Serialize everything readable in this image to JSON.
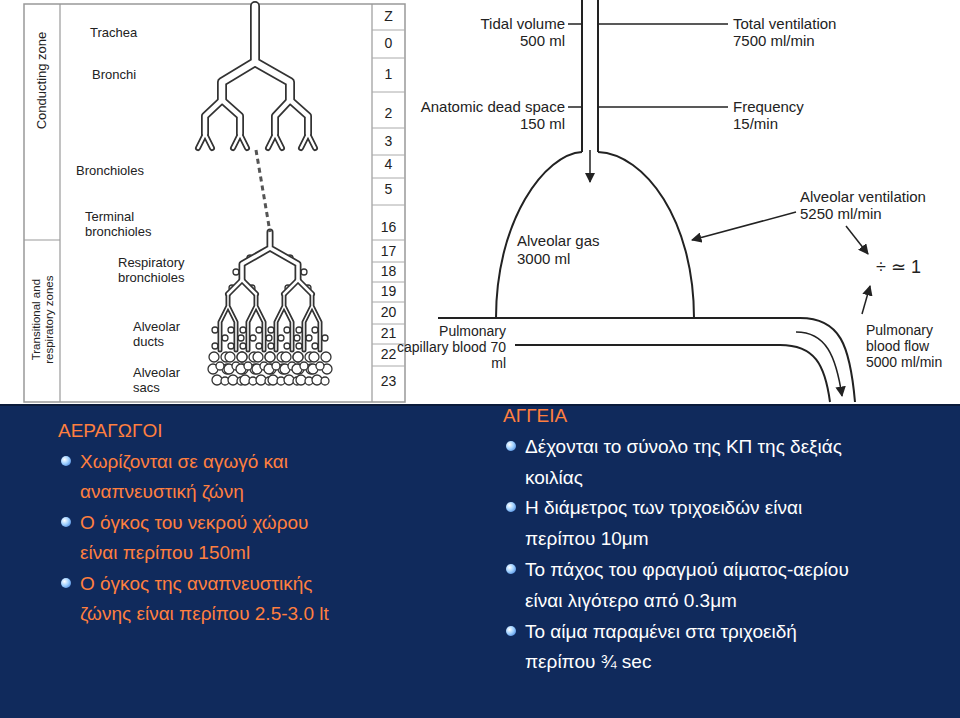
{
  "diagram": {
    "nodes": [
      {
        "text": [
          "Alveolar gas",
          "3000 ml"
        ]
      }
    ],
    "labels": [
      "Conducting zone",
      "Transitional and respiratory zones",
      "Trachea",
      "Bronchi",
      "Bronchioles",
      "Terminal bronchioles",
      "Respiratory bronchioles",
      "Alveolar ducts",
      "Alveolar sacs",
      "Z",
      "0",
      "1",
      "2",
      "3",
      "4",
      "5",
      "16",
      "17",
      "18",
      "19",
      "20",
      "21",
      "22",
      "23",
      "Tidal volume 500 ml",
      "Total ventilation 7500 ml/min",
      "Anatomic dead space 150 ml",
      "Frequency 15/min",
      "Alveolar ventilation 5250 ml/min",
      "÷ ≃ 1",
      "Pulmonary capillary blood 70 ml",
      "Pulmonary blood flow 5000 ml/min",
      "ΑΕΡΑΓΩΓΟΙ",
      "Χωρίζονται σε αγωγό και αναπνευστική ζώνη",
      "Ο όγκος του νεκρού χώρου είναι περίπου 150ml",
      "Ο όγκος της αναπνευστικής ζώνης είναι περίπου 2.5-3.0 lt",
      "ΑΓΓΕΙΑ",
      "Δέχονται το σύνολο της ΚΠ της δεξιάς κοιλίας",
      "Η διάμετρος των τριχοειδών είναι περίπου 10μm",
      "Το πάχος του φραγμού αίματος-αερίου είναι λιγότερο από 0.3μm",
      "Το αίμα παραμένει στα τριχοειδή περίπου ¾ sec"
    ]
  }
}
